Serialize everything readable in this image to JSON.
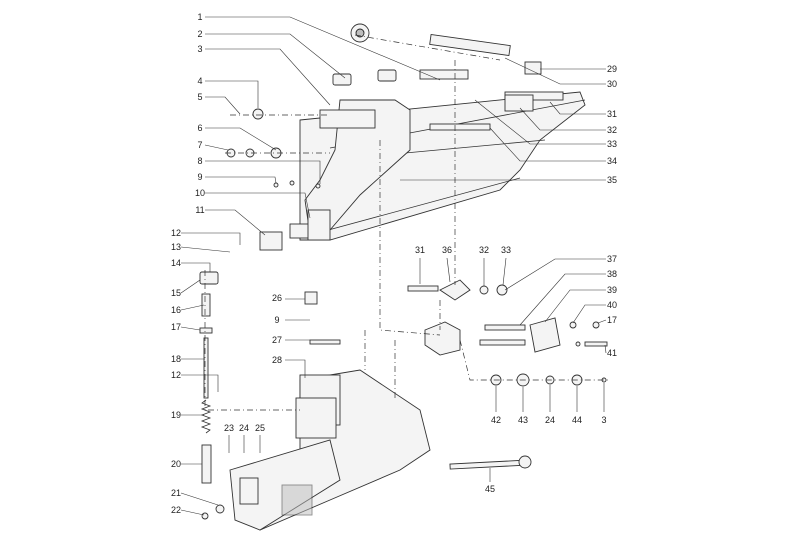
{
  "diagram": {
    "callouts_left": [
      "1",
      "2",
      "3",
      "4",
      "5",
      "6",
      "7",
      "8",
      "9",
      "10",
      "11",
      "12",
      "13",
      "14",
      "15",
      "16",
      "17",
      "18",
      "12",
      "19",
      "20",
      "21",
      "22"
    ],
    "callouts_right": [
      "29",
      "30",
      "31",
      "32",
      "33",
      "34",
      "35",
      "37",
      "38",
      "39",
      "40",
      "17",
      "41"
    ],
    "callouts_middle": [
      "31",
      "36",
      "32",
      "33",
      "26",
      "9",
      "27",
      "28",
      "23",
      "24",
      "25"
    ],
    "callouts_bottom": [
      "42",
      "43",
      "24",
      "44",
      "3",
      "45"
    ]
  },
  "colors": {
    "ink": "#333333",
    "paper": "#ffffff",
    "fill": "#f4f4f4",
    "shade": "#bdbdbd"
  }
}
